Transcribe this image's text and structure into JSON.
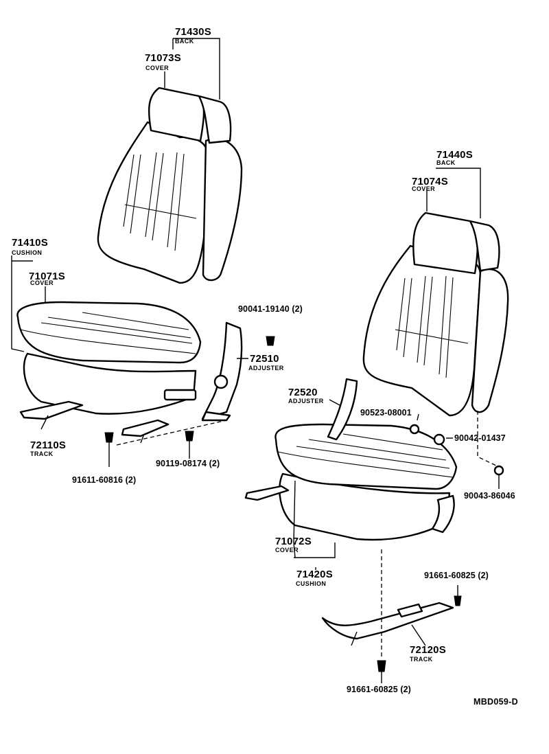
{
  "labels": {
    "back_left_no": "71430S",
    "back_left_name": "BACK",
    "back_left_cover_no": "71073S",
    "back_left_cover_name": "COVER",
    "cushion_left_no": "71410S",
    "cushion_left_name": "CUSHION",
    "cushion_left_cover_no": "71071S",
    "cushion_left_cover_name": "COVER",
    "bolt_adjuster_left": "90041-19140 (2)",
    "adjuster_left_no": "72510",
    "adjuster_left_name": "ADJUSTER",
    "track_left_no": "72110S",
    "track_left_name": "TRACK",
    "bolt_90119": "90119-08174 (2)",
    "bolt_91611": "91611-60816 (2)",
    "back_right_no": "71440S",
    "back_right_name": "BACK",
    "back_right_cover_no": "71074S",
    "back_right_cover_name": "COVER",
    "adjuster_right_no": "72520",
    "adjuster_right_name": "ADJUSTER",
    "part_90523": "90523-08001",
    "part_90042": "90042-01437",
    "part_90043": "90043-86046",
    "cushion_right_cover_no": "71072S",
    "cushion_right_cover_name": "COVER",
    "cushion_right_no": "71420S",
    "cushion_right_name": "CUSHION",
    "bolt_91661_top": "91661-60825 (2)",
    "track_right_no": "72120S",
    "track_right_name": "TRACK",
    "bolt_91661_bottom": "91661-60825 (2)",
    "diagram_code": "MBD059-D"
  }
}
